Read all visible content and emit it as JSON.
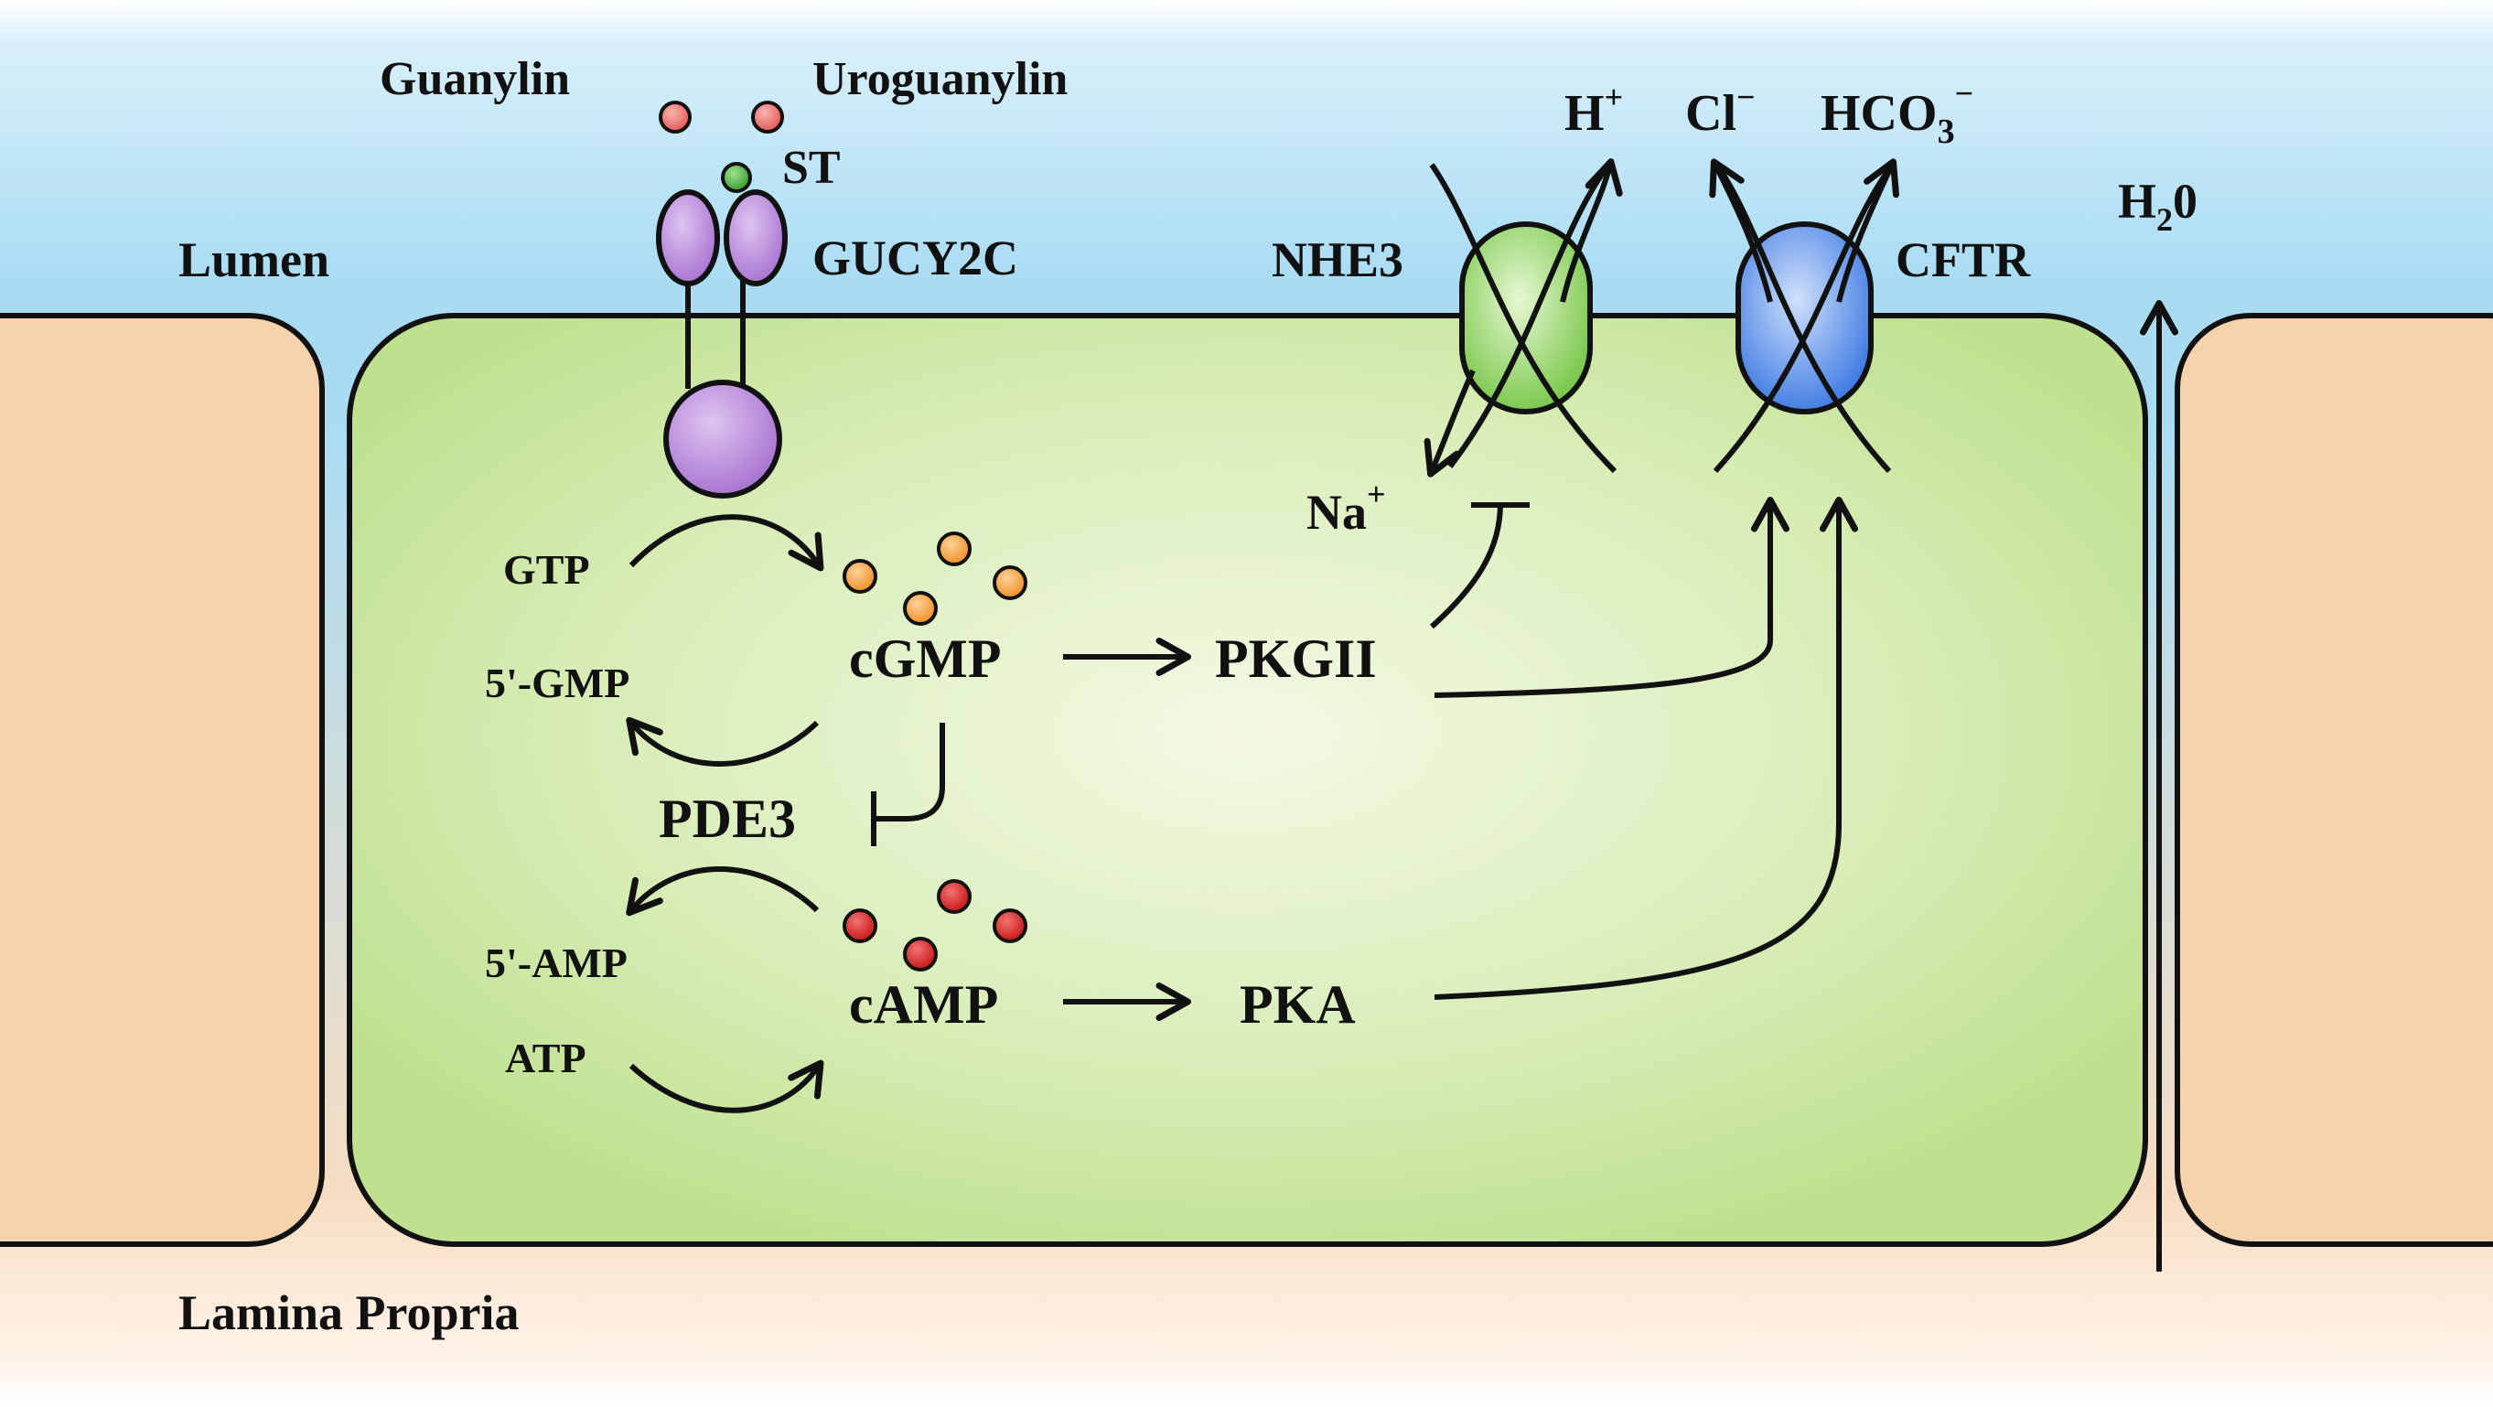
{
  "labels": {
    "guanylin": "Guanylin",
    "uroguanylin": "Uroguanylin",
    "st": "ST",
    "gucy2c": "GUCY2C",
    "lumen": "Lumen",
    "lamina_propria": "Lamina Propria",
    "nhe3": "NHE3",
    "cftr": "CFTR",
    "h_plus": "H",
    "h_plus_charge": "+",
    "cl": "Cl",
    "cl_charge": "−",
    "hco3": "HCO",
    "hco3_sub": "3",
    "hco3_charge": "−",
    "h2o_h": "H",
    "h2o_sub": "2",
    "h2o_o": "0",
    "na": "Na",
    "na_charge": "+",
    "gtp": "GTP",
    "cgmp": "cGMP",
    "gmp5": "5'-GMP",
    "pde3": "PDE3",
    "amp5": "5'-AMP",
    "atp": "ATP",
    "camp": "cAMP",
    "pkgii": "PKGII",
    "pka": "PKA"
  },
  "colors": {
    "lumen": "#a9dcf3",
    "cell": "#c9e6a0",
    "cell_center": "#f2f9e3",
    "neighbor_cell": "#f7d3ad",
    "lamina": "#fbe4cc",
    "receptor": "#b585d8",
    "nhe3": "#86cf56",
    "cftr": "#4a86e8",
    "ligand": "#ef7d7b",
    "st": "#3fa43c",
    "cgmp_dot": "#f4972e",
    "camp_dot": "#d91e1e",
    "outline": "#111111"
  }
}
